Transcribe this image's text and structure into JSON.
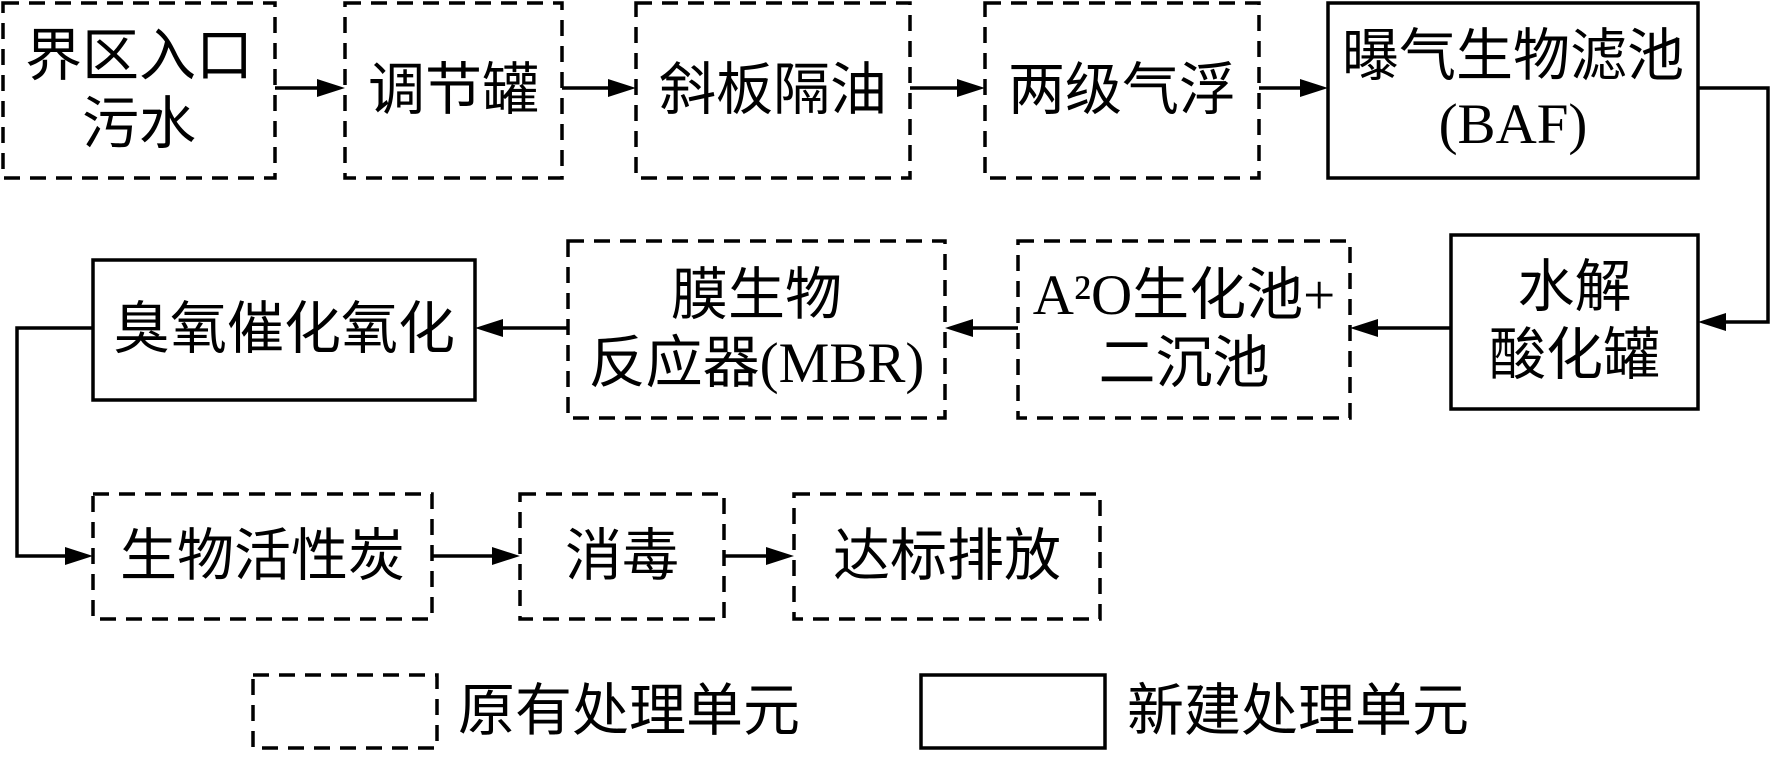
{
  "nodes": {
    "inlet_wastewater": {
      "lines": [
        "界区入口",
        "污水"
      ]
    },
    "equalization_tank": {
      "lines": [
        "调节罐"
      ]
    },
    "inclined_plate_oil_separation": {
      "lines": [
        "斜板隔油"
      ]
    },
    "two_stage_flotation": {
      "lines": [
        "两级气浮"
      ]
    },
    "baf": {
      "lines": [
        "曝气生物滤池",
        "(BAF)"
      ]
    },
    "hydrolysis_acidification_tank": {
      "lines": [
        "水解",
        "酸化罐"
      ]
    },
    "a2o_secondary_clarifier": {
      "lines": [
        "A²O生化池+",
        "二沉池"
      ]
    },
    "mbr": {
      "lines": [
        "膜生物",
        "反应器(MBR)"
      ]
    },
    "ozone_catalytic_oxidation": {
      "lines": [
        "臭氧催化氧化"
      ]
    },
    "biological_activated_carbon": {
      "lines": [
        "生物活性炭"
      ]
    },
    "disinfection": {
      "lines": [
        "消毒"
      ]
    },
    "compliant_discharge": {
      "lines": [
        "达标排放"
      ]
    }
  },
  "legend": {
    "existing_units": "原有处理单元",
    "new_units": "新建处理单元"
  },
  "colors": {
    "line": "#000000",
    "text": "#000000",
    "background": "#ffffff"
  }
}
